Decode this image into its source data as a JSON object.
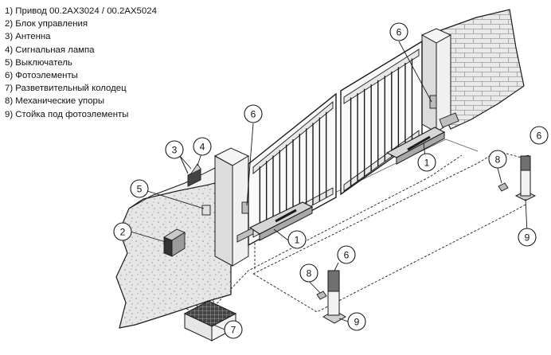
{
  "legend": [
    "1) Привод 00.2AX3024 / 00.2AX5024",
    "2) Блок управления",
    "3) Антенна",
    "4) Сигнальная лампа",
    "5) Выключатель",
    "6) Фотоэлементы",
    "7) Разветвительный колодец",
    "8) Механические упоры",
    "9) Стойка под фотоэлементы"
  ],
  "callouts": [
    "6",
    "6",
    "3",
    "4",
    "5",
    "1",
    "1",
    "2",
    "8",
    "6",
    "9",
    "8",
    "6",
    "9",
    "7"
  ],
  "colors": {
    "line": "#1a1a1a",
    "wall": "#e4e4e4",
    "stone": "#9a9a9a",
    "metal": "#cfcfcf"
  }
}
